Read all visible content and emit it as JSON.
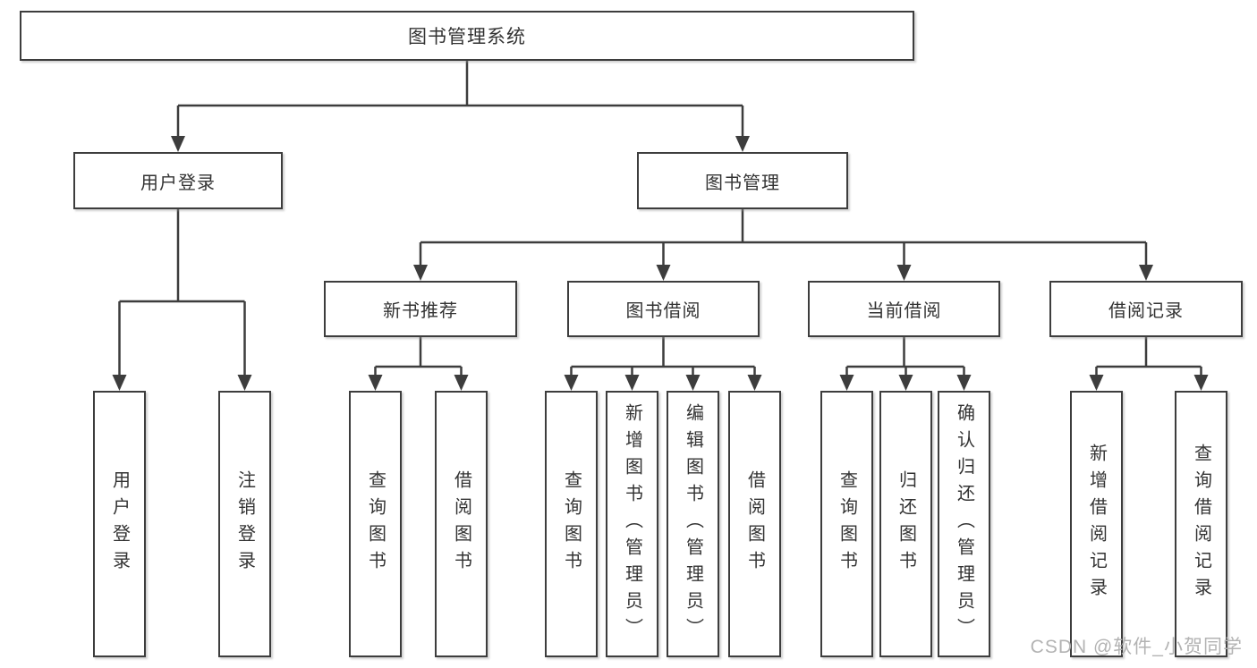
{
  "meta": {
    "diagram_type": "hierarchy-tree",
    "background_color": "#ffffff",
    "line_color": "#3d3d3d",
    "box_border_color": "#3d3d3d",
    "text_color": "#333333",
    "watermark_color": "#b3b3b3"
  },
  "labels": {
    "root": "图书管理系统",
    "user_login": "用户登录",
    "book_mgmt": "图书管理",
    "new_book": "新书推荐",
    "book_borrow": "图书借阅",
    "current_borrow": "当前借阅",
    "borrow_record": "借阅记录",
    "leaf_user_login": "用户登录",
    "leaf_logout": "注销登录",
    "leaf_nb_query": "查询图书",
    "leaf_nb_borrow": "借阅图书",
    "leaf_bb_query": "查询图书",
    "leaf_bb_add": "新增图书（管理员）",
    "leaf_bb_edit": "编辑图书（管理员）",
    "leaf_bb_borrow": "借阅图书",
    "leaf_cb_query": "查询图书",
    "leaf_cb_return": "归还图书",
    "leaf_cb_confirm": "确认归还（管理员）",
    "leaf_br_add": "新增借阅记录",
    "leaf_br_query": "查询借阅记录"
  },
  "hierarchy": {
    "图书管理系统": {
      "用户登录": [
        "用户登录",
        "注销登录"
      ],
      "图书管理": {
        "新书推荐": [
          "查询图书",
          "借阅图书"
        ],
        "图书借阅": [
          "查询图书",
          "新增图书（管理员）",
          "编辑图书（管理员）",
          "借阅图书"
        ],
        "当前借阅": [
          "查询图书",
          "归还图书",
          "确认归还（管理员）"
        ],
        "借阅记录": [
          "新增借阅记录",
          "查询借阅记录"
        ]
      }
    }
  },
  "watermark": {
    "text": "CSDN @软件_小贺同学"
  }
}
